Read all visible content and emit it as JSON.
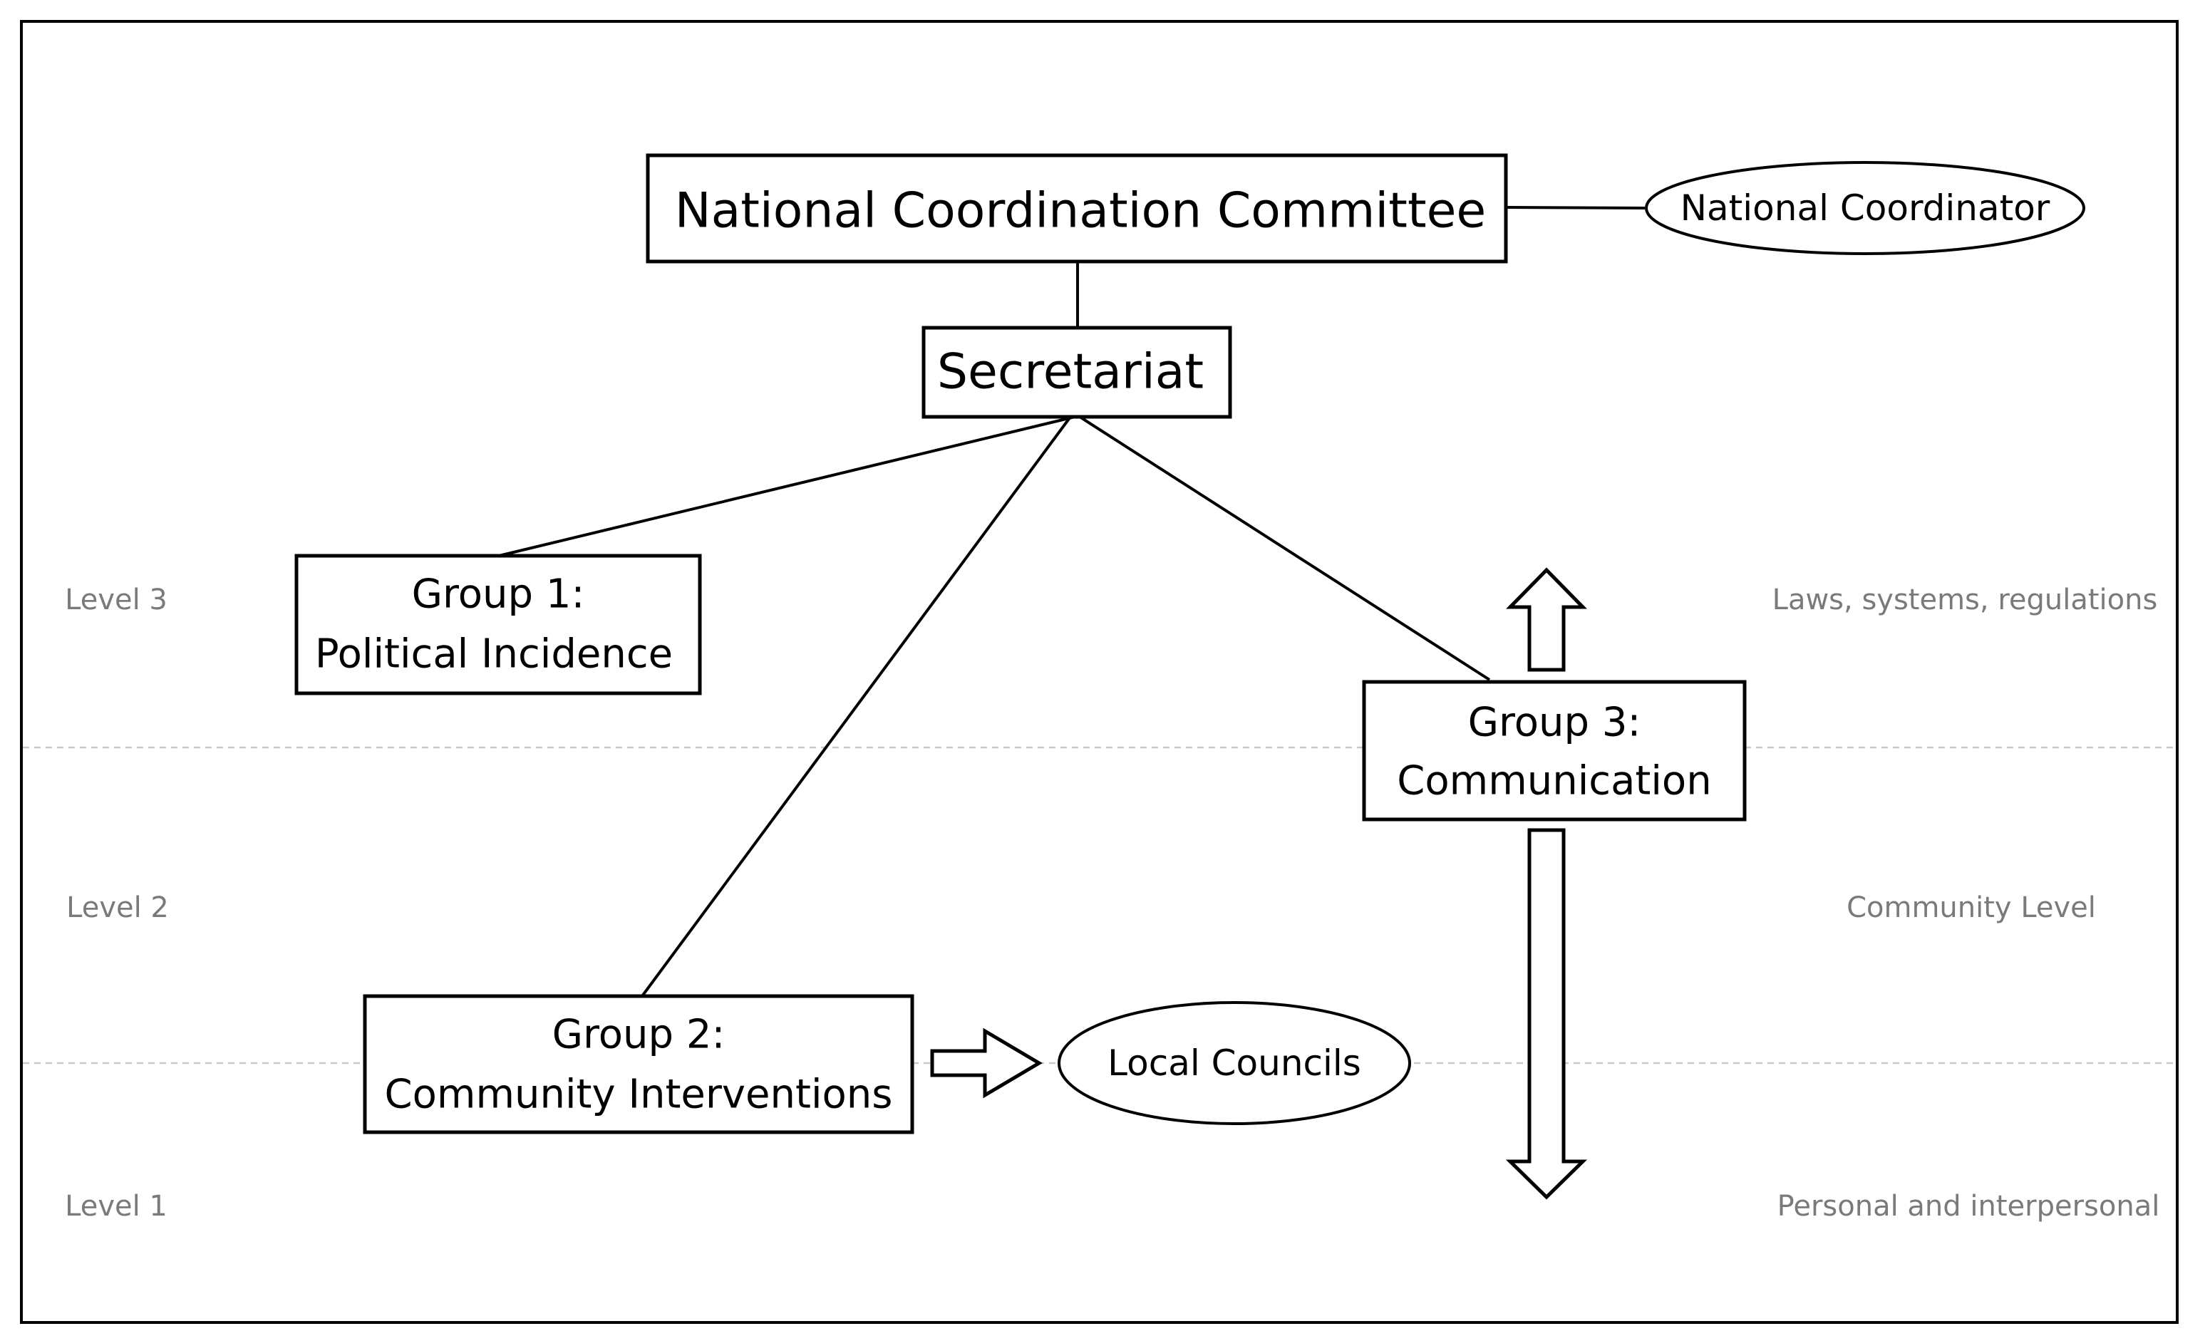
{
  "diagram": {
    "type": "organizational structure",
    "nodes": {
      "national_committee": "National Coordination Committee",
      "national_coordinator": "National Coordinator",
      "secretariat": "Secretariat",
      "group1": {
        "line1": "Group 1:",
        "line2": "Political Incidence"
      },
      "group2": {
        "line1": "Group 2:",
        "line2": "Community Interventions"
      },
      "group3": {
        "line1": "Group 3:",
        "line2": "Communication"
      },
      "local_councils": "Local Councils"
    },
    "levels": [
      {
        "name": "Level 3",
        "description": "Laws, systems, regulations"
      },
      {
        "name": "Level 2",
        "description": "Community Level"
      },
      {
        "name": "Level 1",
        "description": "Personal and interpersonal"
      }
    ],
    "connections": [
      [
        "National Coordination Committee",
        "National Coordinator"
      ],
      [
        "National Coordination Committee",
        "Secretariat"
      ],
      [
        "Secretariat",
        "Group 1"
      ],
      [
        "Secretariat",
        "Group 2"
      ],
      [
        "Secretariat",
        "Group 3"
      ],
      [
        "Group 2",
        "Local Councils"
      ]
    ]
  }
}
